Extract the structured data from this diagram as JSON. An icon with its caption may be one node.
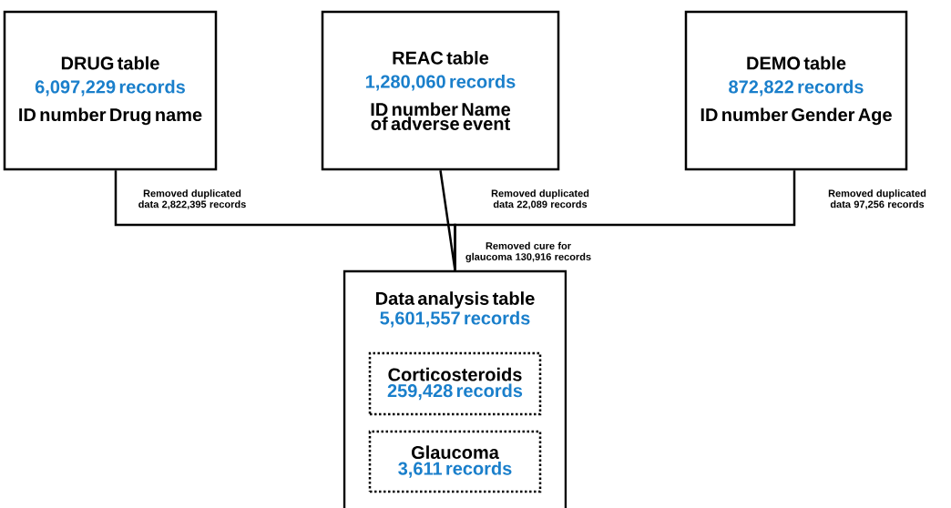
{
  "diagram": {
    "nodes": [
      {
        "text": [
          "DRUG table",
          "6,097,229 records",
          "ID number Drug name"
        ]
      },
      {
        "text": [
          "REAC table",
          "1,280,060 records",
          "ID number Name of adverse event"
        ]
      },
      {
        "text": [
          "DEMO table",
          "872,822 records",
          "ID number Gender Age"
        ]
      },
      {
        "text": [
          "Data analysis table",
          "5,601,557 records"
        ]
      },
      {
        "text": [
          "Corticosteroids",
          "259,428 records"
        ],
        "in": 3
      },
      {
        "text": [
          "Glaucoma",
          "3,611 records"
        ],
        "in": 3
      }
    ],
    "edges": [
      {
        "from": 0,
        "to": 3,
        "arrow": "none",
        "label": "Removed duplicated data 2,822,395 records"
      },
      {
        "from": 1,
        "to": 3,
        "arrow": "none",
        "label": "Removed duplicated data 22,089 records"
      },
      {
        "from": 2,
        "to": 3,
        "arrow": "none",
        "label": "Removed duplicated data 97,256 records"
      }
    ],
    "labels": [
      "Removed cure for glaucoma 130,916 records"
    ]
  }
}
